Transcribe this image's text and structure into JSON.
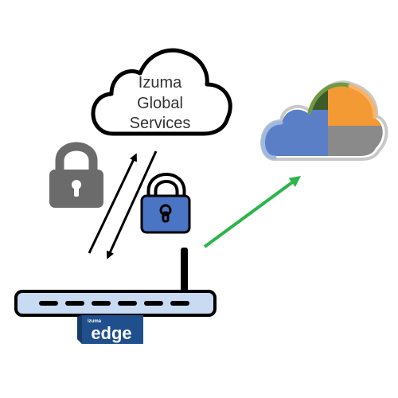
{
  "cloud": {
    "line1": "Izuma",
    "line2": "Global",
    "line3": "Services"
  },
  "device": {
    "badge_small": "izuma",
    "badge_label": "edge"
  },
  "colors": {
    "outline": "#000000",
    "lock_gray": "#6b6b6b",
    "lock_blue": "#4a74c4",
    "router_body": "#c9dbf2",
    "badge_blue": "#1f4f8c",
    "green_arrow": "#2bb54a",
    "cloud_blue": "#5b7fc7",
    "cloud_orange": "#f39a34",
    "cloud_dark_green": "#3d5a2a",
    "cloud_gray": "#8a8a8a",
    "cloud_rim_green": "#6f9a45",
    "cloud_rim_orange": "#f7b46a",
    "cloud_rim_blue": "#9fb9e2",
    "cloud_rim_gray": "#c8c8c8"
  },
  "icons": {
    "lock_left": "padlock-icon",
    "lock_right": "padlock-icon",
    "cloud_target": "cloud-icon",
    "device": "router-icon"
  }
}
